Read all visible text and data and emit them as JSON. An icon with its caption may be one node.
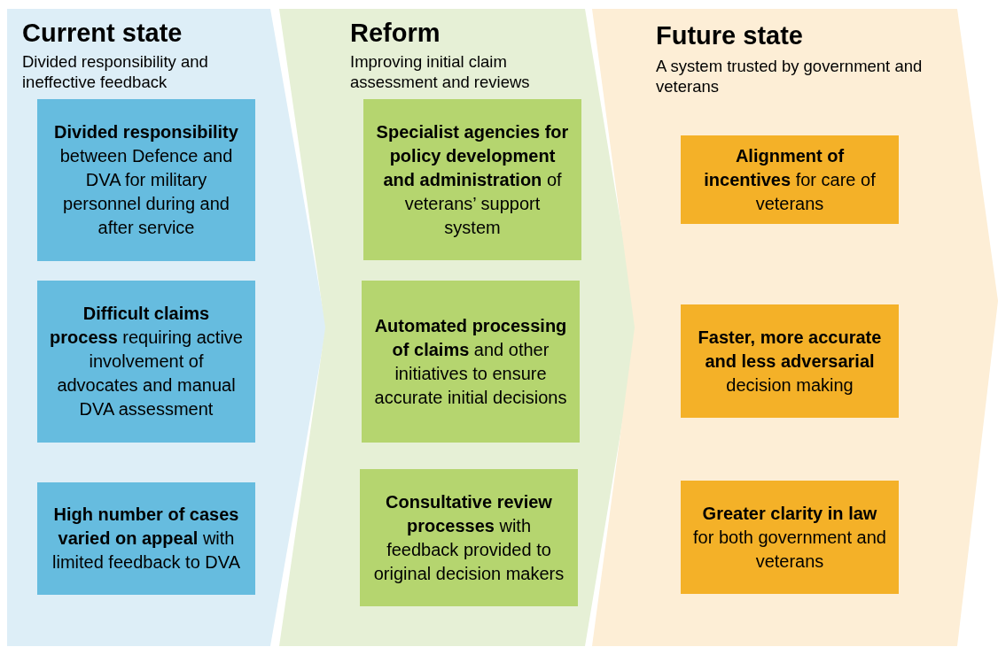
{
  "diagram": {
    "nodes": [
      {
        "text": [
          "Current state",
          "Divided responsibility and ineffective feedback"
        ]
      },
      {
        "text": [
          "**Divided responsibility** between Defence and DVA for military personnel during and after service"
        ],
        "in": 0
      },
      {
        "text": [
          "**Difficult claims process** requiring active involvement of advocates and manual DVA assessment"
        ],
        "in": 0
      },
      {
        "text": [
          "**High number of cases varied on appeal** with limited feedback to DVA"
        ],
        "in": 0
      },
      {
        "text": [
          "Reform",
          "Improving initial claim assessment and reviews"
        ]
      },
      {
        "text": [
          "**Specialist agencies for policy development and administration** of veterans’ support system"
        ],
        "in": 4
      },
      {
        "text": [
          "**Automated processing of claims** and other initiatives to ensure accurate initial decisions"
        ],
        "in": 4
      },
      {
        "text": [
          "**Consultative review processes** with feedback provided to original decision makers"
        ],
        "in": 4
      },
      {
        "text": [
          "Future state",
          "A system trusted by government and veterans"
        ]
      },
      {
        "text": [
          "**Alignment of incentives** for care of veterans"
        ],
        "in": 8
      },
      {
        "text": [
          "**Faster, more accurate and less adversarial** decision making"
        ],
        "in": 8
      },
      {
        "text": [
          "**Greater clarity in law** for both government and veterans"
        ],
        "in": 8
      }
    ]
  }
}
